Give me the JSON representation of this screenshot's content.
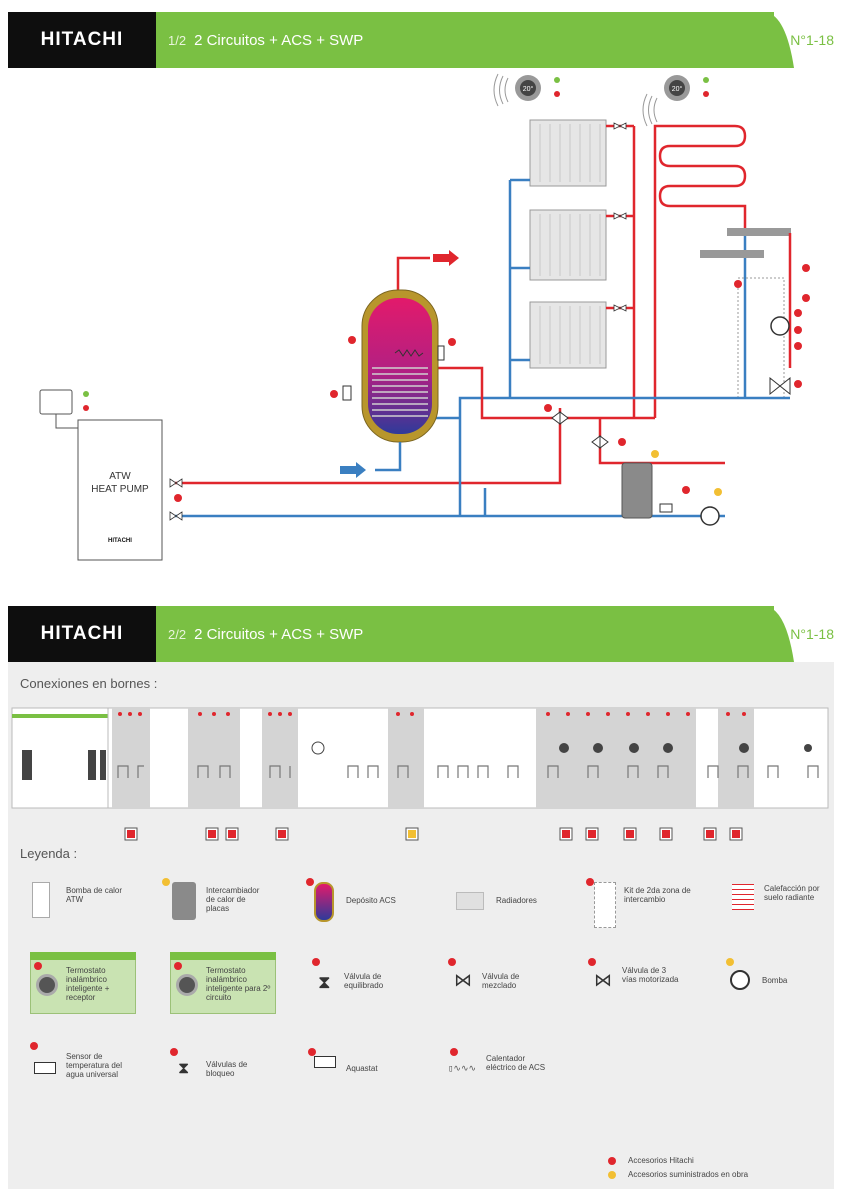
{
  "header_top": {
    "brand": "HITACHI",
    "page": "1/2",
    "title": "2 Circuitos + ACS + SWP",
    "code": "N°1-18"
  },
  "header_bottom": {
    "brand": "HITACHI",
    "page": "2/2",
    "title": "2 Circuitos + ACS + SWP",
    "code": "N°1-18"
  },
  "diagram": {
    "heat_pump_line1": "ATW",
    "heat_pump_line2": "HEAT PUMP",
    "heat_pump_brand": "HITACHI",
    "thermostat_display": "20°"
  },
  "terminals": {
    "title": "Conexiones en bornes :"
  },
  "legend": {
    "title": "Leyenda :",
    "items": [
      {
        "label": "Bomba de calor ATW",
        "badge": "none"
      },
      {
        "label": "Intercambiador de calor de placas",
        "badge": "yellow"
      },
      {
        "label": "Depósito ACS",
        "badge": "red"
      },
      {
        "label": "Radiadores",
        "badge": "none"
      },
      {
        "label": "Kit de 2da zona de intercambio",
        "badge": "red"
      },
      {
        "label": "Calefacción por suelo radiante",
        "badge": "none"
      },
      {
        "label": "Termostato inalámbrico inteligente + receptor",
        "badge": "red"
      },
      {
        "label": "Termostato inalámbrico inteligente para 2º circuito",
        "badge": "red"
      },
      {
        "label": "Válvula de equilibrado",
        "badge": "red"
      },
      {
        "label": "Válvula de mezclado",
        "badge": "red"
      },
      {
        "label": "Válvula de 3 vías motorizada",
        "badge": "red"
      },
      {
        "label": "Bomba",
        "badge": "yellow"
      },
      {
        "label": "Sensor de temperatura del agua universal",
        "badge": "red"
      },
      {
        "label": "Válvulas de bloqueo",
        "badge": "red"
      },
      {
        "label": "Aquastat",
        "badge": "red"
      },
      {
        "label": "Calentador eléctrico de ACS",
        "badge": "red"
      }
    ],
    "notes": [
      {
        "label": "Accesorios Hitachi",
        "color": "#e0262d"
      },
      {
        "label": "Accesorios suministrados en obra",
        "color": "#f2bf33"
      }
    ]
  },
  "colors": {
    "green": "#7ac043",
    "hot": "#e0262d",
    "cold": "#3a7fc1",
    "black": "#0e0e0e"
  }
}
